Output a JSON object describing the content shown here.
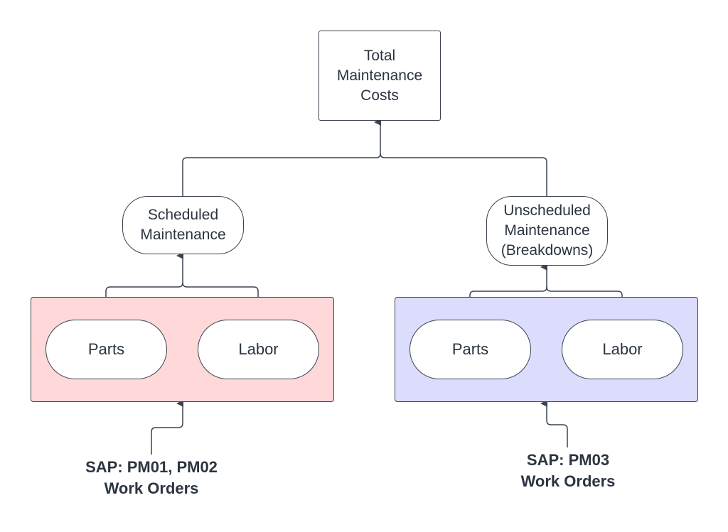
{
  "nodes": {
    "total": "Total\nMaintenance\nCosts",
    "scheduled": "Scheduled\nMaintenance",
    "unscheduled": "Unscheduled\nMaintenance\n(Breakdowns)",
    "left_parts": "Parts",
    "left_labor": "Labor",
    "right_parts": "Parts",
    "right_labor": "Labor"
  },
  "sources": {
    "left": "SAP: PM01, PM02\nWork Orders",
    "right": "SAP: PM03\nWork Orders"
  },
  "colors": {
    "left_group_fill": "#ffd9d9",
    "right_group_fill": "#dcdcfc",
    "stroke": "#3a4350"
  }
}
